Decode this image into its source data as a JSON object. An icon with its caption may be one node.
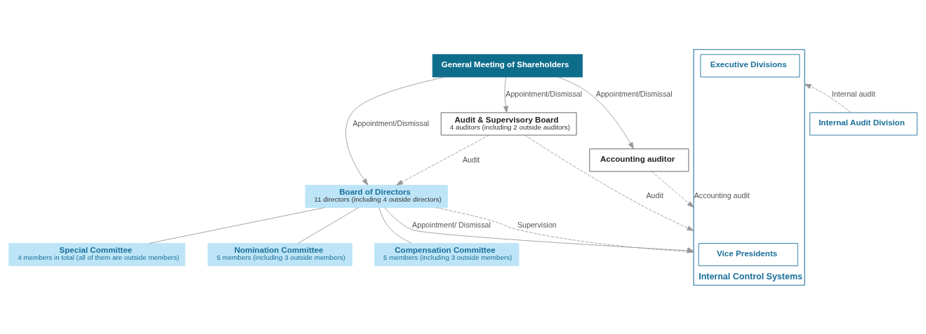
{
  "diagram": {
    "nodes": [
      {
        "text": [
          "General Meeting of Shareholders"
        ]
      },
      {
        "text": [
          "Audit & Supervisory Board",
          "4 auditors (including 2 outside auditors)"
        ]
      },
      {
        "text": [
          "Board of Directors",
          "11 directors (including 4 outside directors)"
        ]
      },
      {
        "text": [
          "Accounting auditor"
        ]
      },
      {
        "text": [
          "Special Committee",
          "4 members in total (all of them are outside members)"
        ]
      },
      {
        "text": [
          "Nomination Committee",
          "5 members (including 3 outside members)"
        ]
      },
      {
        "text": [
          "Compensation Committee",
          "5 members (including 3 outside members)"
        ]
      },
      {
        "text": [
          "Internal Control Systems"
        ]
      },
      {
        "text": [
          "Vice Presidents"
        ],
        "in": 7
      },
      {
        "text": [
          "Executive Divisions"
        ],
        "in": 7
      },
      {
        "text": [
          "Internal Audit Division"
        ]
      }
    ],
    "edges": [
      {
        "from": 0,
        "to": 1,
        "arrow": "to",
        "label": "Appointment/Dismissal"
      },
      {
        "from": 0,
        "to": 2,
        "arrow": "to",
        "label": "Appointment/Dismissal"
      },
      {
        "from": 0,
        "to": 3,
        "arrow": "to",
        "label": "Appointment/Dismissal"
      },
      {
        "from": 1,
        "to": 2,
        "arrow": "to",
        "label": "Audit",
        "style": "dashed"
      },
      {
        "from": 2,
        "to": 4,
        "arrow": "none"
      },
      {
        "from": 2,
        "to": 5,
        "arrow": "none"
      },
      {
        "from": 2,
        "to": 6,
        "arrow": "none"
      },
      {
        "from": 2,
        "to": 7,
        "arrow": "to",
        "label": "Appointment/ Dismissal"
      },
      {
        "from": 2,
        "to": 7,
        "arrow": "to",
        "label": "Supervision",
        "style": "dashed"
      },
      {
        "from": 1,
        "to": 7,
        "arrow": "to",
        "label": "Audit",
        "style": "dashed"
      },
      {
        "from": 3,
        "to": 7,
        "arrow": "to",
        "label": "Accounting audit",
        "style": "dashed"
      },
      {
        "from": 10,
        "to": 7,
        "arrow": "to",
        "label": "Internal audit",
        "style": "dashed"
      }
    ]
  }
}
